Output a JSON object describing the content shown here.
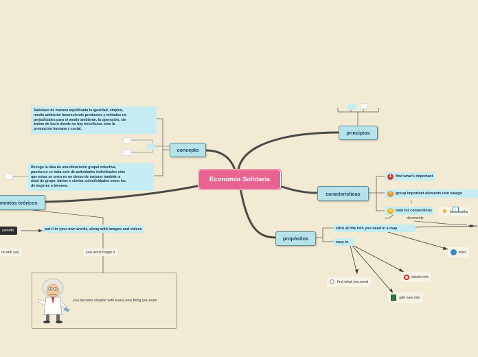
{
  "central": "Economia Solidaria",
  "topics": {
    "concepto": "concepto",
    "principios": "principios",
    "caracteristicas": "características",
    "propositos": "propósitos",
    "fundamentos": "mentos teóricos"
  },
  "concepto_texts": [
    "Satisface de manera equilibrada la igualdad, empleo,\nmedio ambiente favoreciendo productos y métodos no\nperjudiciales para el medio ambiente, la operación, sin\nánimo de lucro donde no hay beneficios, sino la\npromoción humana y social.",
    "Recoge la idea de una dimensión grupal  colectiva,\npuesta no se trata solo de actividades individuales sino\nque estas se unen en un deseo de mejorar también a\nnivel de grupo, barios o ciertas colectividades como los\nde mujeres o jóvenes."
  ],
  "caracteristicas_items": [
    {
      "num": "1",
      "label": "find what's important",
      "color": "#d63a2f"
    },
    {
      "num": "2",
      "label": "group important elements into catego",
      "color": "#e8902a"
    },
    {
      "num": "3",
      "label": "look for connections",
      "color": "#e8b920"
    }
  ],
  "caracteristicas_extra": {
    "documents": "documents",
    "bookmarks": "bookmarks",
    "video": "video"
  },
  "propositos": {
    "stick": "stick all the info you need in a map",
    "easy": "easy to",
    "links": "links",
    "delete": "delete info",
    "find": "find what you need",
    "add": "add new info"
  },
  "fundamentos": {
    "keywords": "ywords",
    "put": "put it in your own words, along with images and videos",
    "share": "re with you",
    "forget": "you won't forget it",
    "smarter": "you become smarter with every new thing you learn"
  },
  "colors": {
    "background": "#f2ead3",
    "central": "#e8638f",
    "topic": "#b6e3e9",
    "connector": "#4a4a44"
  }
}
